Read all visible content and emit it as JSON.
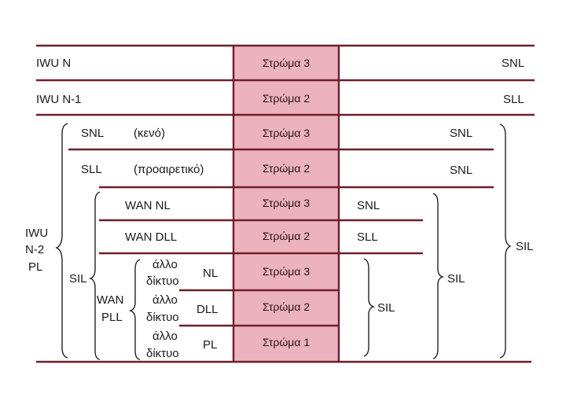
{
  "colors": {
    "column_fill": "#ecb2bd",
    "rule": "#6e1f2a",
    "text": "#1a1a1a"
  },
  "column": {
    "cells": [
      "Στρώμα 3",
      "Στρώμα 2",
      "Στρώμα 3",
      "Στρώμα 2",
      "Στρώμα 3",
      "Στρώμα 2",
      "Στρώμα 3",
      "Στρώμα 2",
      "Στρώμα 1"
    ]
  },
  "left": {
    "row1": "IWU N",
    "row2": "IWU N-1",
    "snl": "SNL",
    "kenό": "(κενό)",
    "sll": "SLL",
    "proairetiko": "(προαιρετικό)",
    "wan_nl": "WAN NL",
    "wan_dll": "WAN DLL",
    "allo": "άλλο",
    "diktyo": "δίκτυο",
    "nl": "NL",
    "dll": "DLL",
    "pl": "PL",
    "wan": "WAN",
    "pll": "PLL",
    "sil": "SIL",
    "iwu": "IWU",
    "n2": "N-2",
    "pl_group": "PL"
  },
  "right": {
    "r1": "SNL",
    "r2": "SLL",
    "r3": "SNL",
    "r4": "SNL",
    "inner_snl": "SNL",
    "inner_sll": "SLL",
    "sil_inner": "SIL",
    "sil_mid": "SIL",
    "sil_outer": "SIL"
  }
}
